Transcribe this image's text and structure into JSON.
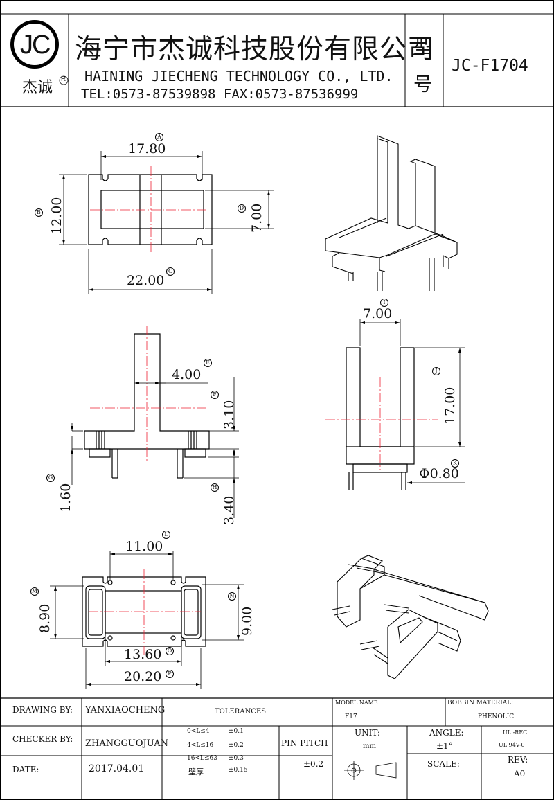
{
  "title_block": {
    "logo_text": "JC",
    "logo_sub": "杰诚",
    "logo_reg": "R",
    "company_cn": "海宁市杰诚科技股份有限公司",
    "company_en": "HAINING JIECHENG TECHNOLOGY CO., LTD.",
    "contact": "TEL:0573-87539898   FAX:0573-87536999",
    "model_label_1": "型",
    "model_label_2": "号",
    "model_no": "JC-F1704"
  },
  "dimensions": {
    "A": {
      "tag": "A",
      "value": "17.80"
    },
    "B": {
      "tag": "B",
      "value": "12.00"
    },
    "C": {
      "tag": "C",
      "value": "22.00"
    },
    "D": {
      "tag": "D",
      "value": "7.00"
    },
    "E": {
      "tag": "E",
      "value": "4.00"
    },
    "F": {
      "tag": "F",
      "value": "3.10"
    },
    "G": {
      "tag": "G",
      "value": "1.60"
    },
    "H": {
      "tag": "H",
      "value": "3.40"
    },
    "I": {
      "tag": "I",
      "value": "7.00"
    },
    "J": {
      "tag": "J",
      "value": "17.00"
    },
    "K": {
      "tag": "K",
      "value": "Φ0.80"
    },
    "L": {
      "tag": "L",
      "value": "11.00"
    },
    "M": {
      "tag": "M",
      "value": "8.90"
    },
    "N": {
      "tag": "N",
      "value": "9.00"
    },
    "O": {
      "tag": "O",
      "value": "13.60"
    },
    "P": {
      "tag": "P",
      "value": "20.20"
    }
  },
  "footer": {
    "drawing_by_label": "DRAWING  BY:",
    "drawing_by": "YANXIAOCHENG",
    "checker_by_label": "CHECKER  BY:",
    "checker_by": "ZHANGGUOJUAN",
    "date_label": "DATE:",
    "date": "2017.04.01",
    "tolerances_label": "TOLERANCES",
    "tol_row1_range": "0<L≤4",
    "tol_row1_val": "±0.1",
    "tol_row2_range": "4<L≤16",
    "tol_row2_val": "±0.2",
    "tol_row3_range": "16<L≤63",
    "tol_row3_val": "±0.3",
    "tol_row4_range": "壁厚",
    "tol_row4_val": "±0.15",
    "pin_pitch_label": "PIN PITCH",
    "pin_pitch_val": "±0.2",
    "model_name_label": "MODEL NAME",
    "model_name": "F17",
    "bobbin_material_label": "BOBBIN MATERIAL:",
    "bobbin_material": "PHENOLIC",
    "unit_label": "UNIT:",
    "unit_val": "mm",
    "angle_label": "ANGLE:",
    "angle_val": "±1°",
    "ul1": "UL -REC",
    "ul2": "UL  94V-0",
    "scale_label": "SCALE:",
    "rev_label": "REV:",
    "rev_val": "A0"
  }
}
